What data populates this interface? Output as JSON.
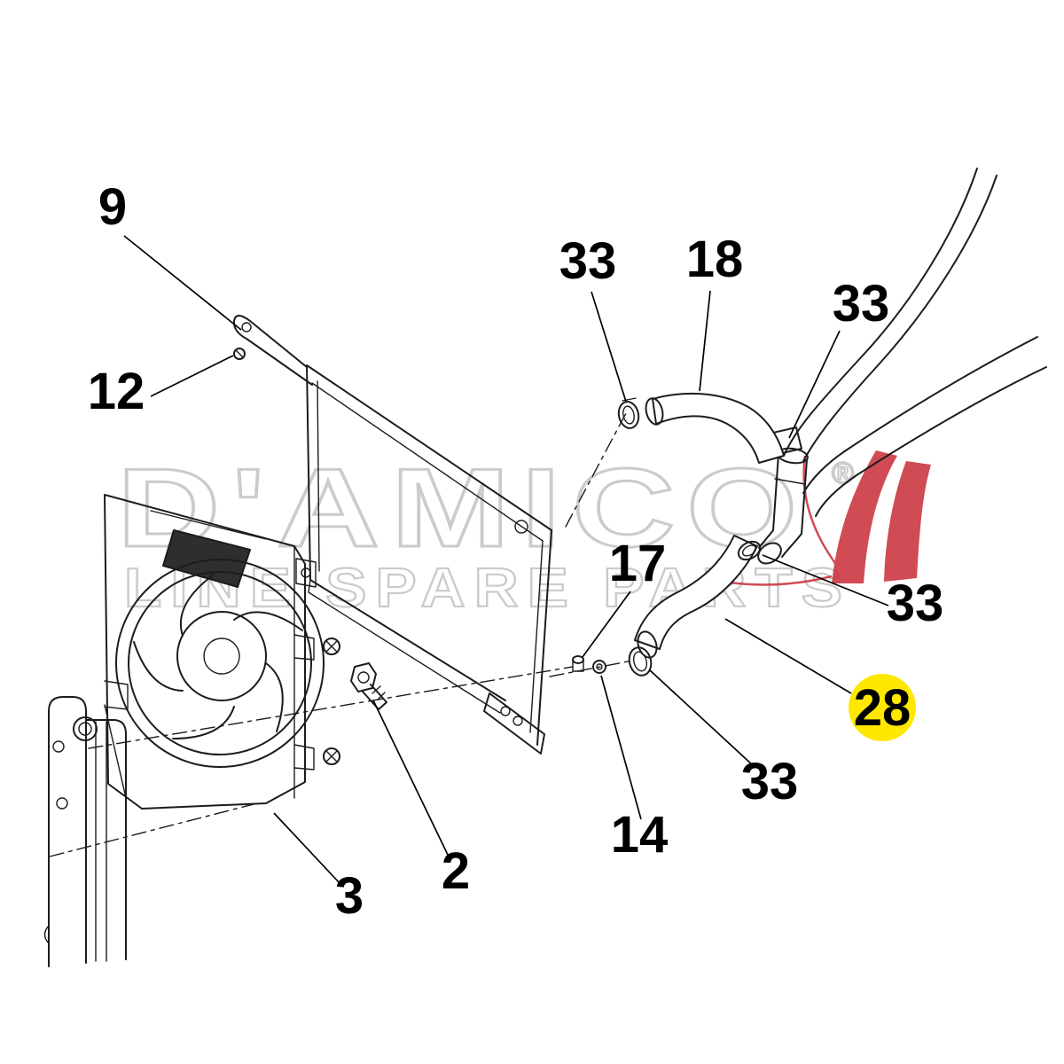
{
  "watermark": {
    "line1": "D'AMICO",
    "registered": "®",
    "line2": "LINE SPARE PARTS",
    "outline_color": "#c9c9c9",
    "logo_color": "#c5202b"
  },
  "highlight": {
    "color": "#ffe800",
    "part": "28"
  },
  "labels": [
    {
      "id": "9",
      "text": "9"
    },
    {
      "id": "12",
      "text": "12"
    },
    {
      "id": "33-a",
      "text": "33"
    },
    {
      "id": "18",
      "text": "18"
    },
    {
      "id": "33-b",
      "text": "33"
    },
    {
      "id": "17",
      "text": "17"
    },
    {
      "id": "33-c",
      "text": "33"
    },
    {
      "id": "28",
      "text": "28"
    },
    {
      "id": "33-d",
      "text": "33"
    },
    {
      "id": "14",
      "text": "14"
    },
    {
      "id": "2",
      "text": "2"
    },
    {
      "id": "3",
      "text": "3"
    }
  ]
}
